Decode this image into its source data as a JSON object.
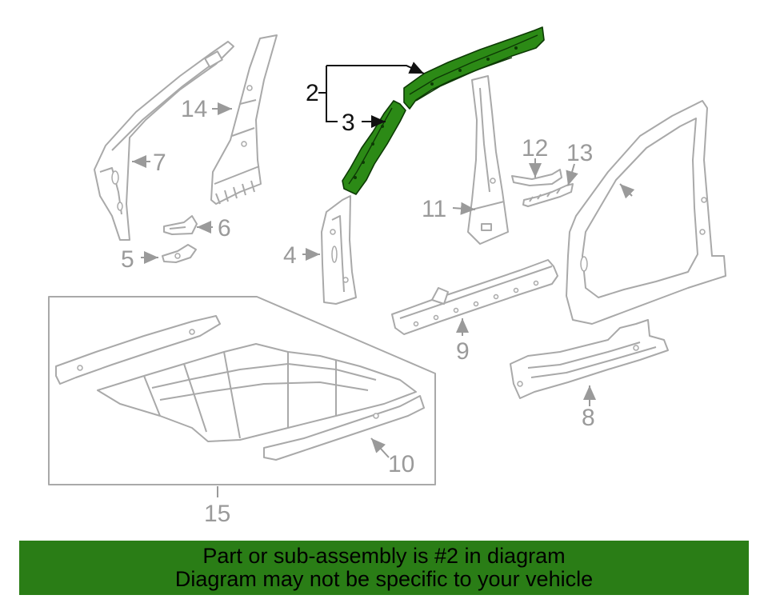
{
  "callouts": {
    "c2": "2",
    "c3": "3",
    "c4": "4",
    "c5": "5",
    "c6": "6",
    "c7": "7",
    "c8": "8",
    "c9": "9",
    "c10": "10",
    "c11": "11",
    "c12": "12",
    "c13": "13",
    "c14": "14",
    "c15": "15"
  },
  "highlight_color": "#2c8a16",
  "banner": {
    "line1": "Part or sub-assembly is #2 in diagram",
    "line2": "Diagram may not be specific to your vehicle",
    "background": "#2a7d16"
  }
}
